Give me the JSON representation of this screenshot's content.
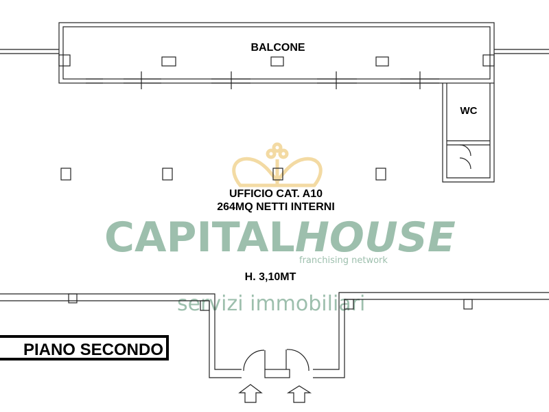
{
  "plan": {
    "balcony_label": "BALCONE",
    "wc_label": "WC",
    "room_title": "UFFICIO CAT. A10",
    "room_area": "264MQ NETTI INTERNI",
    "room_height": "H. 3,10MT",
    "floor_label": "PIANO SECONDO"
  },
  "watermark": {
    "brand_part1": "CAPITAL",
    "brand_part2": "HOUSE",
    "tagline": "franchising network",
    "subtitle": "servizi immobiliari",
    "brand_color": "#9dbfad",
    "crown_color": "#f2d79a"
  }
}
